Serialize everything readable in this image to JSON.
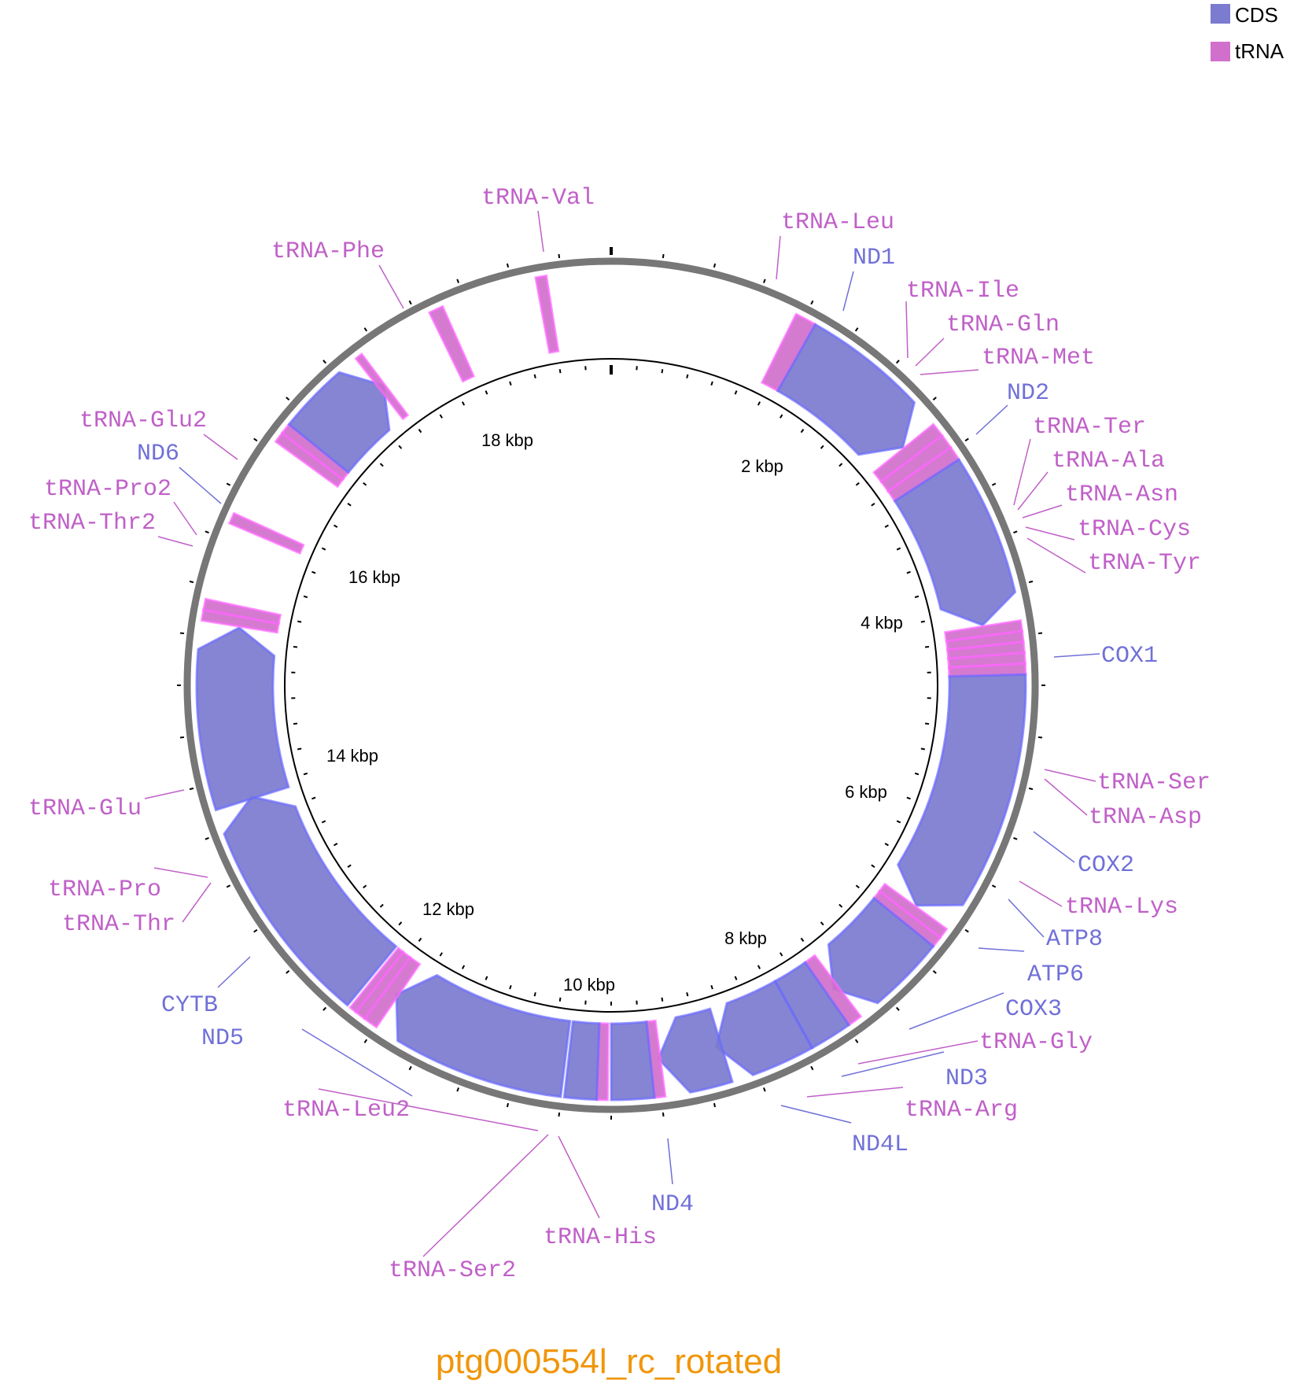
{
  "title": "ptg000554l_rc_rotated",
  "colors": {
    "CDS": "#7b7bd0",
    "CDS_edge": "#6a6aff",
    "tRNA": "#d070cc",
    "tRNA_edge": "#ff66ff",
    "label_CDS": "#7070d8",
    "label_tRNA": "#c060c8",
    "ring": "#777777",
    "title": "#f0960a"
  },
  "legend": [
    {
      "type": "CDS",
      "label": "CDS"
    },
    {
      "type": "tRNA",
      "label": "tRNA"
    }
  ],
  "genome_length_kbp": 19.4,
  "scale_labels": [
    "2 kbp",
    "4 kbp",
    "6 kbp",
    "8 kbp",
    "10 kbp",
    "12 kbp",
    "14 kbp",
    "16 kbp",
    "18 kbp"
  ],
  "features": [
    {
      "name": "tRNA-Leu",
      "type": "tRNA"
    },
    {
      "name": "ND1",
      "type": "CDS"
    },
    {
      "name": "tRNA-Ile",
      "type": "tRNA"
    },
    {
      "name": "tRNA-Gln",
      "type": "tRNA"
    },
    {
      "name": "tRNA-Met",
      "type": "tRNA"
    },
    {
      "name": "ND2",
      "type": "CDS"
    },
    {
      "name": "tRNA-Ter",
      "type": "tRNA"
    },
    {
      "name": "tRNA-Ala",
      "type": "tRNA"
    },
    {
      "name": "tRNA-Asn",
      "type": "tRNA"
    },
    {
      "name": "tRNA-Cys",
      "type": "tRNA"
    },
    {
      "name": "tRNA-Tyr",
      "type": "tRNA"
    },
    {
      "name": "COX1",
      "type": "CDS"
    },
    {
      "name": "tRNA-Ser",
      "type": "tRNA"
    },
    {
      "name": "tRNA-Asp",
      "type": "tRNA"
    },
    {
      "name": "COX2",
      "type": "CDS"
    },
    {
      "name": "tRNA-Lys",
      "type": "tRNA"
    },
    {
      "name": "ATP8",
      "type": "CDS"
    },
    {
      "name": "ATP6",
      "type": "CDS"
    },
    {
      "name": "COX3",
      "type": "CDS"
    },
    {
      "name": "tRNA-Gly",
      "type": "tRNA"
    },
    {
      "name": "ND3",
      "type": "CDS"
    },
    {
      "name": "tRNA-Arg",
      "type": "tRNA"
    },
    {
      "name": "ND4L",
      "type": "CDS"
    },
    {
      "name": "ND4",
      "type": "CDS"
    },
    {
      "name": "tRNA-His",
      "type": "tRNA"
    },
    {
      "name": "tRNA-Ser2",
      "type": "tRNA"
    },
    {
      "name": "tRNA-Leu2",
      "type": "tRNA"
    },
    {
      "name": "ND5",
      "type": "CDS"
    },
    {
      "name": "CYTB",
      "type": "CDS"
    },
    {
      "name": "tRNA-Thr",
      "type": "tRNA"
    },
    {
      "name": "tRNA-Pro",
      "type": "tRNA"
    },
    {
      "name": "tRNA-Glu",
      "type": "tRNA"
    },
    {
      "name": "tRNA-Thr2",
      "type": "tRNA"
    },
    {
      "name": "tRNA-Pro2",
      "type": "tRNA"
    },
    {
      "name": "ND6",
      "type": "CDS"
    },
    {
      "name": "tRNA-Glu2",
      "type": "tRNA"
    },
    {
      "name": "tRNA-Phe",
      "type": "tRNA"
    },
    {
      "name": "tRNA-Val",
      "type": "tRNA"
    }
  ]
}
